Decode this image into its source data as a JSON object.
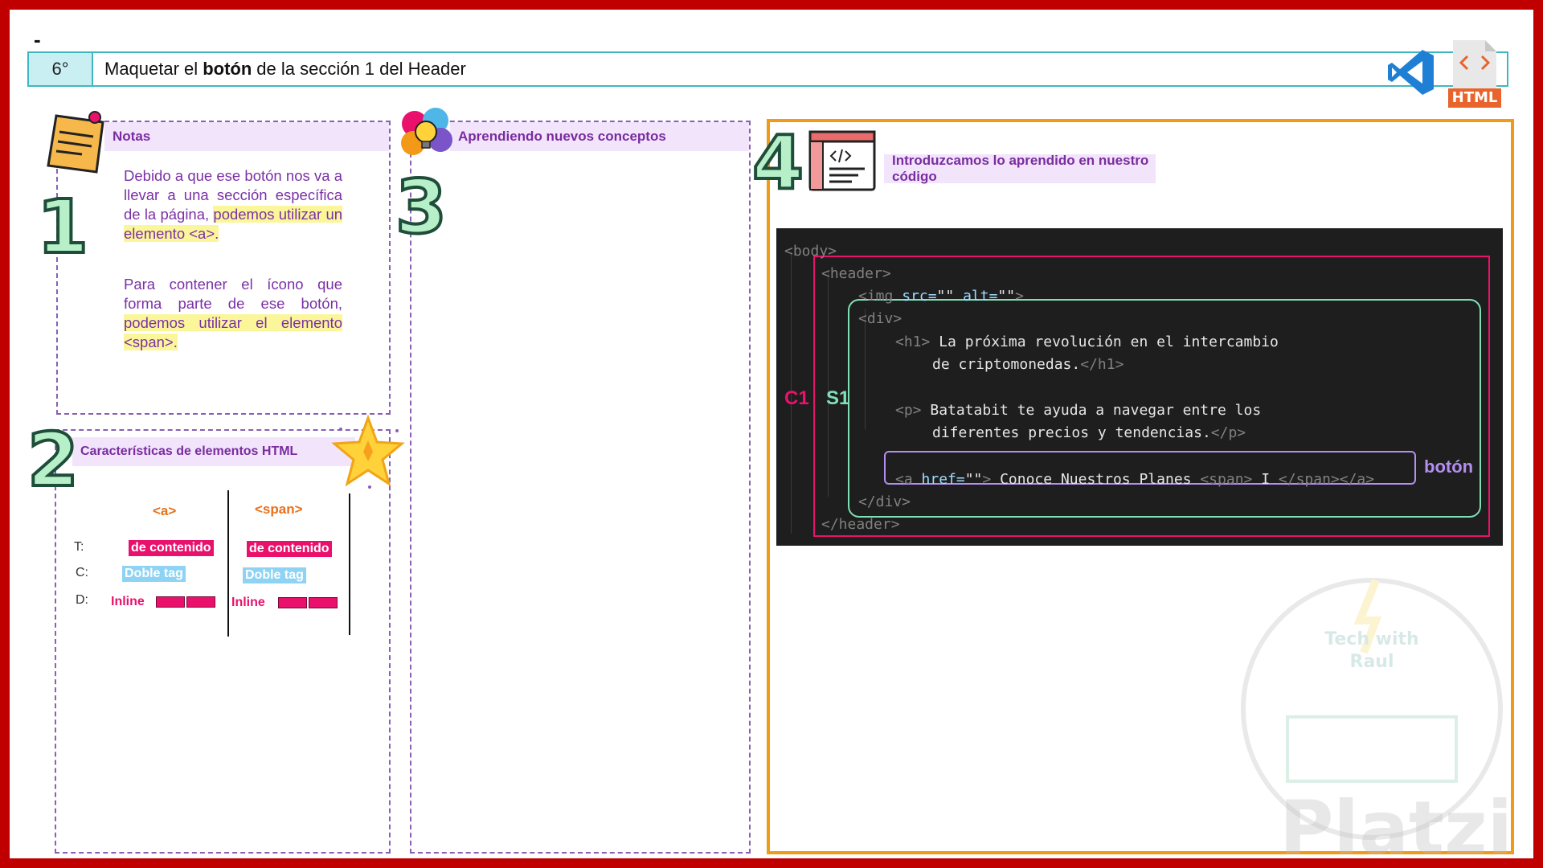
{
  "header": {
    "dash": "-",
    "step_number": "6°",
    "title_pre": "Maquetar el",
    "title_bold": "botón",
    "title_post": "de la sección 1 del Header",
    "html_badge": "HTML"
  },
  "notes": {
    "number": "1",
    "title": "Notas",
    "p1_plain": "Debido a que ese botón nos va a llevar a una sección específica de la página,",
    "p1_highlight": "podemos utilizar un elemento <a>.",
    "p2_plain": "Para contener el ícono que forma parte de ese botón,",
    "p2_highlight": "podemos utilizar el elemento <span>."
  },
  "characteristics": {
    "number": "2",
    "title": "Características de elementos HTML",
    "columns": [
      "<a>",
      "<span>"
    ],
    "row_labels": [
      "T:",
      "C:",
      "D:"
    ],
    "type_value": "de contenido",
    "content_value": "Doble tag",
    "display_value": "Inline"
  },
  "concepts": {
    "number": "3",
    "title": "Aprendiendo nuevos conceptos"
  },
  "code_panel": {
    "number": "4",
    "title": "Introduzcamos lo aprendido en nuestro código",
    "labels": {
      "c1": "C1",
      "s1": "S1",
      "button": "botón"
    },
    "lines": {
      "body_open": "<body>",
      "header_open": "<header>",
      "img_open": "<img",
      "img_src": " src=",
      "img_alt": " alt=",
      "img_val": "\"\"",
      "img_close": ">",
      "div_open": "<div>",
      "h1_open": "<h1>",
      "h1_text1": " La próxima revolución en el intercambio",
      "h1_text2": "de criptomonedas.",
      "h1_close": "</h1>",
      "p_open": "<p>",
      "p_text1": " Batatabit te ayuda a navegar entre los",
      "p_text2": "diferentes precios y tendencias.",
      "p_close": "</p>",
      "a_open": "<a",
      "a_href": " href=",
      "a_val": "\"\"",
      "a_gt": ">",
      "a_text": " Conoce Nuestros Planes ",
      "span_open": "<span>",
      "span_text": " I ",
      "span_close": "</span>",
      "a_close": "</a>",
      "div_close": "</div>",
      "header_close": "</header>"
    }
  },
  "watermark": {
    "brand": "Platzi",
    "line1": "Tech with",
    "line2": "Raul"
  },
  "colors": {
    "frame": "#c00000",
    "title_border": "#3fb7c0",
    "panel_purple": "#8a5fb5",
    "code_frame": "#f29a17",
    "c1": "#e9116c",
    "s1": "#7fe0b8",
    "button": "#b48ef0"
  }
}
